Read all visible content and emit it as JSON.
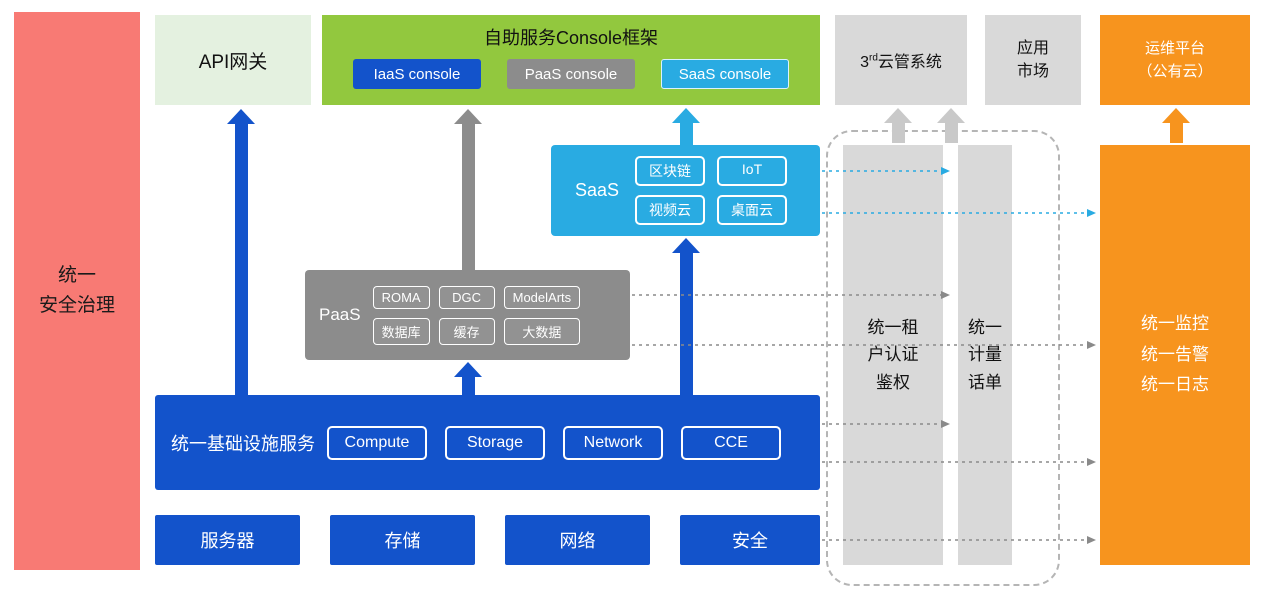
{
  "colors": {
    "blue": "#1353cb",
    "cyan": "#29abe2",
    "green": "#92c83e",
    "light_green": "#e4f1e0",
    "gray": "#8c8c8c",
    "light_gray": "#d9d9d9",
    "orange": "#f7941e",
    "red": "#f87a74"
  },
  "left_bar": {
    "label": "统一\n安全治理"
  },
  "api_gateway": {
    "label": "API网关"
  },
  "console": {
    "title": "自助服务Console框架",
    "items": [
      {
        "label": "IaaS console"
      },
      {
        "label": "PaaS console"
      },
      {
        "label": "SaaS console"
      }
    ]
  },
  "third_party": {
    "prefix": "3",
    "sup": "rd",
    "rest": "云管系统"
  },
  "app_market": {
    "label": "应用\n市场"
  },
  "om_platform": {
    "label": "运维平台\n（公有云）"
  },
  "saas": {
    "label": "SaaS",
    "items": [
      "区块链",
      "IoT",
      "视频云",
      "桌面云"
    ]
  },
  "paas": {
    "label": "PaaS",
    "items": [
      "ROMA",
      "DGC",
      "ModelArts",
      "数据库",
      "缓存",
      "大数据"
    ]
  },
  "infra": {
    "label": "统一基础设施服务",
    "items": [
      "Compute",
      "Storage",
      "Network",
      "CCE"
    ]
  },
  "bottom_row": [
    "服务器",
    "存储",
    "网络",
    "安全"
  ],
  "auth_bar": {
    "label": "统一租\n户认证\n鉴权"
  },
  "metering_bar": {
    "label": "统一\n计量\n话单"
  },
  "monitor_bar": {
    "label": "统一监控\n统一告警\n统一日志"
  }
}
